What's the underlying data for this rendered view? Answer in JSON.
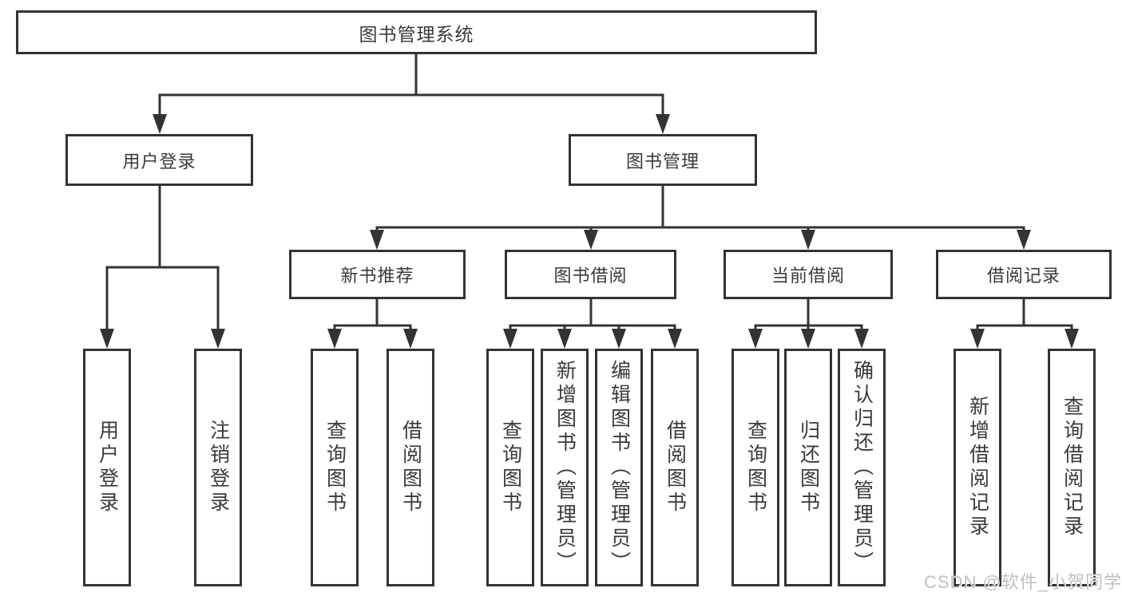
{
  "colors": {
    "line": "#333333",
    "box_border": "#333333",
    "box_fill": "#ffffff",
    "text": "#3a3a3a",
    "watermark_text": "#bfbfc4",
    "background": "#ffffff"
  },
  "watermark": {
    "text": "CSDN @软件_小贺同学"
  },
  "tree": {
    "label": "图书管理系统",
    "children": [
      {
        "label": "用户登录",
        "children": [
          {
            "label": "用户登录"
          },
          {
            "label": "注销登录"
          }
        ]
      },
      {
        "label": "图书管理",
        "children": [
          {
            "label": "新书推荐",
            "children": [
              {
                "label": "查询图书"
              },
              {
                "label": "借阅图书"
              }
            ]
          },
          {
            "label": "图书借阅",
            "children": [
              {
                "label": "查询图书"
              },
              {
                "label": "新增图书（管理员）"
              },
              {
                "label": "编辑图书（管理员）"
              },
              {
                "label": "借阅图书"
              }
            ]
          },
          {
            "label": "当前借阅",
            "children": [
              {
                "label": "查询图书"
              },
              {
                "label": "归还图书"
              },
              {
                "label": "确认归还（管理员）"
              }
            ]
          },
          {
            "label": "借阅记录",
            "children": [
              {
                "label": "新增借阅记录"
              },
              {
                "label": "查询借阅记录"
              }
            ]
          }
        ]
      }
    ]
  }
}
